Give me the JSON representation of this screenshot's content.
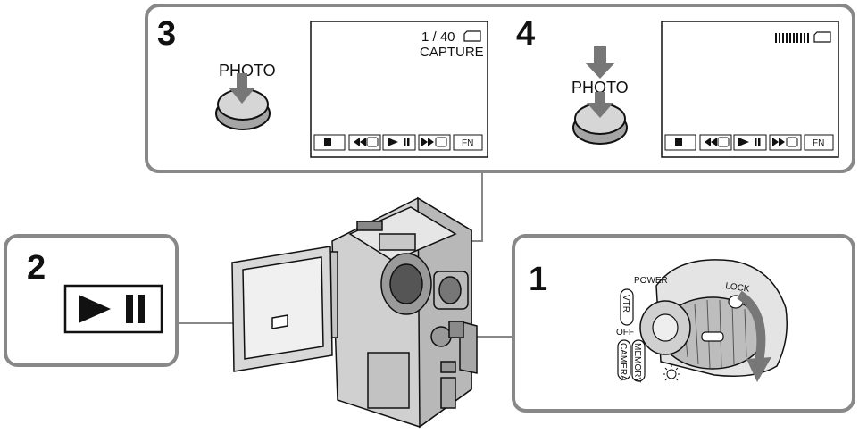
{
  "step3": {
    "number": "3",
    "button_label": "PHOTO",
    "screen": {
      "frame_count": "1 / 40",
      "status": "CAPTURE",
      "controls_fn": "FN"
    }
  },
  "step4": {
    "number": "4",
    "button_label": "PHOTO",
    "screen": {
      "controls_fn": "FN"
    }
  },
  "step2": {
    "number": "2"
  },
  "step1": {
    "number": "1",
    "power_label": "POWER",
    "lock_label": "LOCK",
    "vtr_label": "VTR",
    "off_label": "OFF",
    "camera_label": "CAMERA",
    "memory_label": "MEMORY"
  }
}
